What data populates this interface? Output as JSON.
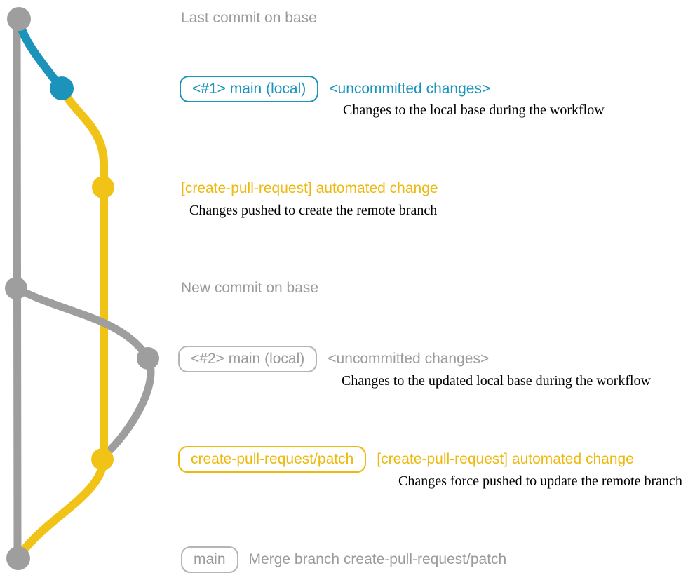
{
  "colors": {
    "gray": "#9e9e9e",
    "gray_text": "#9b9b9b",
    "gray_border": "#b5b5b5",
    "blue": "#1b93ba",
    "yellow": "#f0c316",
    "yellow_text": "#edb90e",
    "desc_text": "#000000",
    "background": "#ffffff"
  },
  "annotations": {
    "last_commit_label": "Last commit on base",
    "local_main_1": {
      "pill": "<#1> main (local)",
      "heading": "<uncommitted changes>",
      "desc": "Changes to the local base during the workflow"
    },
    "automated_change_1": {
      "heading": "[create-pull-request] automated change",
      "desc": "Changes pushed to create the remote branch"
    },
    "new_commit_label": "New commit on base",
    "local_main_2": {
      "pill": "<#2> main (local)",
      "heading": "<uncommitted changes>",
      "desc": "Changes to the updated local base during the workflow"
    },
    "automated_change_2": {
      "pill": "create-pull-request/patch",
      "heading": "[create-pull-request] automated change",
      "desc": "Changes force pushed to update the remote branch"
    },
    "merge_commit": {
      "pill": "main",
      "heading": "Merge branch create-pull-request/patch"
    }
  }
}
